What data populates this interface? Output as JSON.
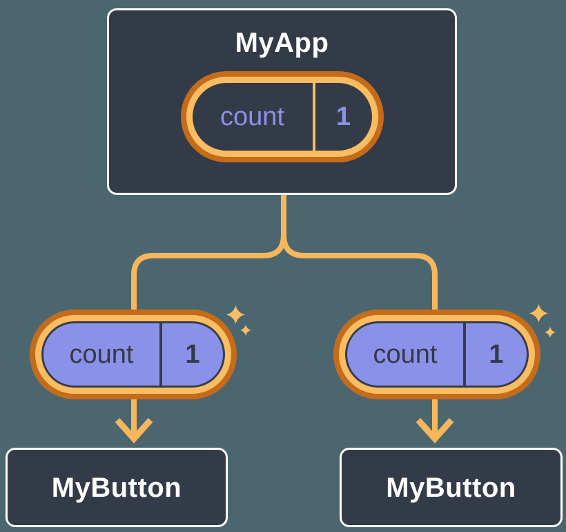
{
  "diagram": {
    "type": "component-tree",
    "background_color": "#4C6670",
    "node_fill_color": "#343B48",
    "node_border_color": "#FFFFFF",
    "edge_color": "#F6B75C",
    "state_ring_outer_color": "#C46C1B",
    "state_ring_inner_color": "#FABD62",
    "state_active_fill_color": "#8A91E8",
    "state_purple_text_color": "#8A91E8",
    "state_dark_text_color": "#333947",
    "sparkle_color": "#FABD62",
    "root": {
      "title": "MyApp",
      "state": {
        "label": "count",
        "value": "1"
      }
    },
    "children": [
      {
        "title": "MyButton",
        "state": {
          "label": "count",
          "value": "1"
        }
      },
      {
        "title": "MyButton",
        "state": {
          "label": "count",
          "value": "1"
        }
      }
    ]
  }
}
